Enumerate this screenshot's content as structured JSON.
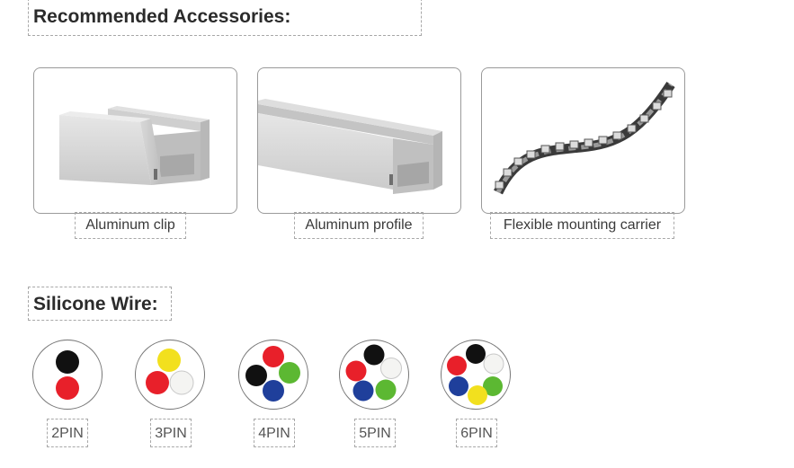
{
  "accessories": {
    "heading": "Recommended Accessories:",
    "items": [
      {
        "label": "Aluminum clip",
        "icon": "aluminum-clip-image"
      },
      {
        "label": "Aluminum profile",
        "icon": "aluminum-profile-image"
      },
      {
        "label": "Flexible mounting carrier",
        "icon": "flexible-mounting-carrier-image"
      }
    ]
  },
  "silicone_wire": {
    "heading": "Silicone Wire:",
    "colors": {
      "black": "#111111",
      "red": "#e8202a",
      "yellow": "#f2e01e",
      "white": "#f4f4f2",
      "green": "#5cb832",
      "blue": "#1f3f9b"
    },
    "pins": [
      {
        "label": "2PIN",
        "wires": [
          "black",
          "red"
        ]
      },
      {
        "label": "3PIN",
        "wires": [
          "yellow",
          "red",
          "white"
        ]
      },
      {
        "label": "4PIN",
        "wires": [
          "black",
          "red",
          "green",
          "blue"
        ]
      },
      {
        "label": "5PIN",
        "wires": [
          "black",
          "red",
          "white",
          "blue",
          "green"
        ]
      },
      {
        "label": "6PIN",
        "wires": [
          "black",
          "red",
          "white",
          "blue",
          "green",
          "yellow"
        ]
      }
    ]
  }
}
